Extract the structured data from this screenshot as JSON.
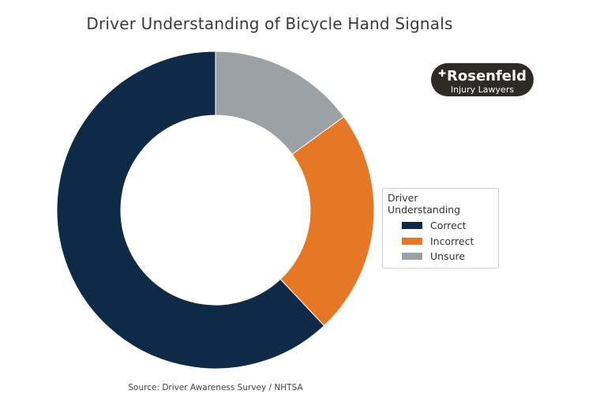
{
  "chart_data": {
    "type": "pie",
    "title": "Driver Understanding of Bicycle Hand Signals",
    "categories": [
      "Correct",
      "Incorrect",
      "Unsure"
    ],
    "values": [
      62,
      23,
      15
    ],
    "colors": [
      "#0e2a47",
      "#e67825",
      "#9ca1a6"
    ],
    "legend_title": "Driver Understanding",
    "legend_position": "right",
    "donut": true,
    "start_angle": "top",
    "direction": "clockwise"
  },
  "logo": {
    "brand": "Rosenfeld",
    "subtitle": "Injury Lawyers"
  },
  "source": "Source: Driver Awareness Survey / NHTSA"
}
